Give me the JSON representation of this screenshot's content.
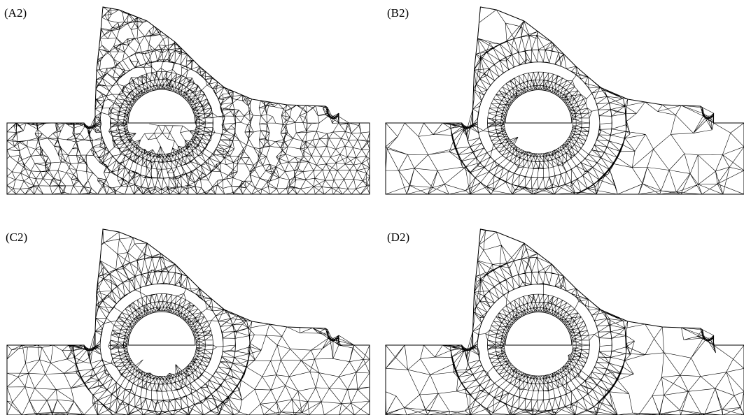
{
  "panels": [
    {
      "id": "A2",
      "label": "(A2)",
      "density": "fine"
    },
    {
      "id": "B2",
      "label": "(B2)",
      "density": "coarse-graded"
    },
    {
      "id": "C2",
      "label": "(C2)",
      "density": "medium-graded"
    },
    {
      "id": "D2",
      "label": "(D2)",
      "density": "coarse-graded"
    }
  ],
  "colors": {
    "mesh_line": "#000000",
    "background": "#ffffff"
  }
}
